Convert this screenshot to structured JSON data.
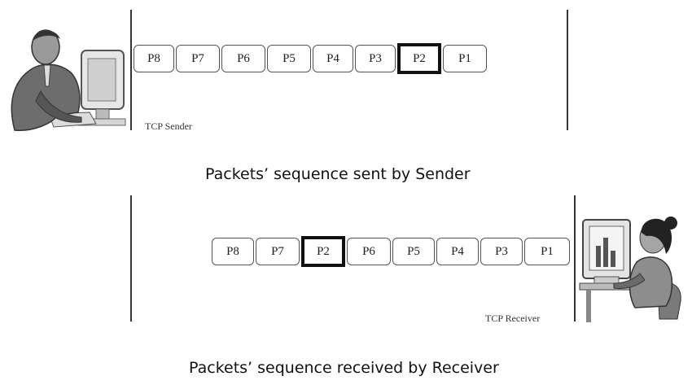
{
  "sender": {
    "label": "TCP Sender",
    "packets": [
      "P8",
      "P7",
      "P6",
      "P5",
      "P4",
      "P3",
      "P2",
      "P1"
    ],
    "highlighted": "P2"
  },
  "receiver": {
    "label": "TCP Receiver",
    "packets": [
      "P8",
      "P7",
      "P2",
      "P6",
      "P5",
      "P4",
      "P3",
      "P1"
    ],
    "highlighted": "P2"
  },
  "captions": {
    "sent": "Packets’ sequence sent by Sender",
    "received": "Packets’ sequence received by Receiver"
  },
  "icons": {
    "sender_figure": "person-at-computer-icon",
    "receiver_figure": "person-at-computer-icon"
  }
}
